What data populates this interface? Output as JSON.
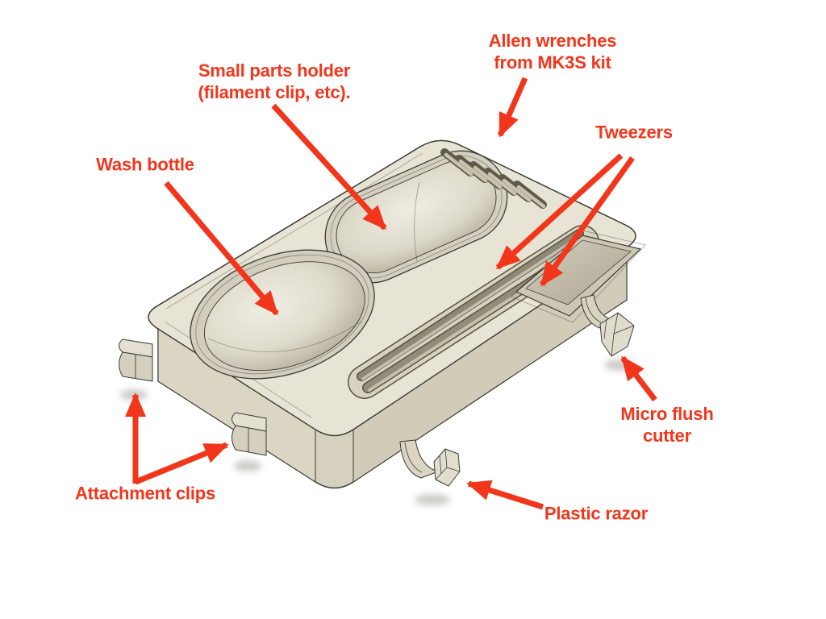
{
  "scene": {
    "kind": "annotated 3d render of printed tool holder tray",
    "background": "#FFFFFF"
  },
  "colors": {
    "annotation": "#F2361B",
    "body_top": "#E8E4D5",
    "body_left": "#DBD6C4",
    "body_right": "#D1CBB8",
    "body_base": "#D6D1BF",
    "recess_wall": "#D2CDBC",
    "groove_dark": "#8F8874",
    "outline": "#3A3A35"
  },
  "annotations": {
    "allen_wrenches": {
      "line1": "Allen wrenches",
      "line2": "from MK3S kit"
    },
    "small_parts": {
      "line1": "Small parts holder",
      "line2": "(filament clip, etc)."
    },
    "tweezers": {
      "label": "Tweezers"
    },
    "wash_bottle": {
      "label": "Wash bottle"
    },
    "micro_flush": {
      "line1": "Micro flush",
      "line2": "cutter"
    },
    "attachment": {
      "label": "Attachment clips"
    },
    "plastic_razor": {
      "label": "Plastic razor"
    }
  }
}
